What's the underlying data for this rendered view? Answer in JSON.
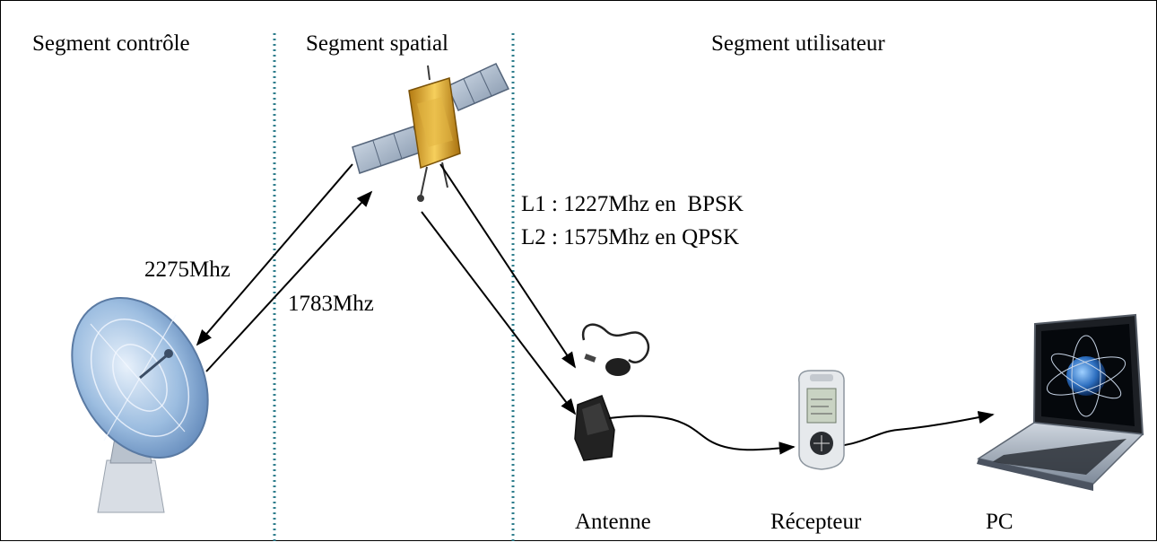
{
  "segments": {
    "control": "Segment contrôle",
    "space": "Segment spatial",
    "user": "Segment utilisateur"
  },
  "links": {
    "downlink": "2275Mhz",
    "uplink": "1783Mhz",
    "l1": "L1 : 1227Mhz en  BPSK",
    "l2": "L2 : 1575Mhz en QPSK"
  },
  "devices": {
    "antenna": "Antenne",
    "receiver": "Récepteur",
    "pc": "PC"
  },
  "colors": {
    "divider": "#2e7d8c",
    "arrow": "#000000"
  }
}
